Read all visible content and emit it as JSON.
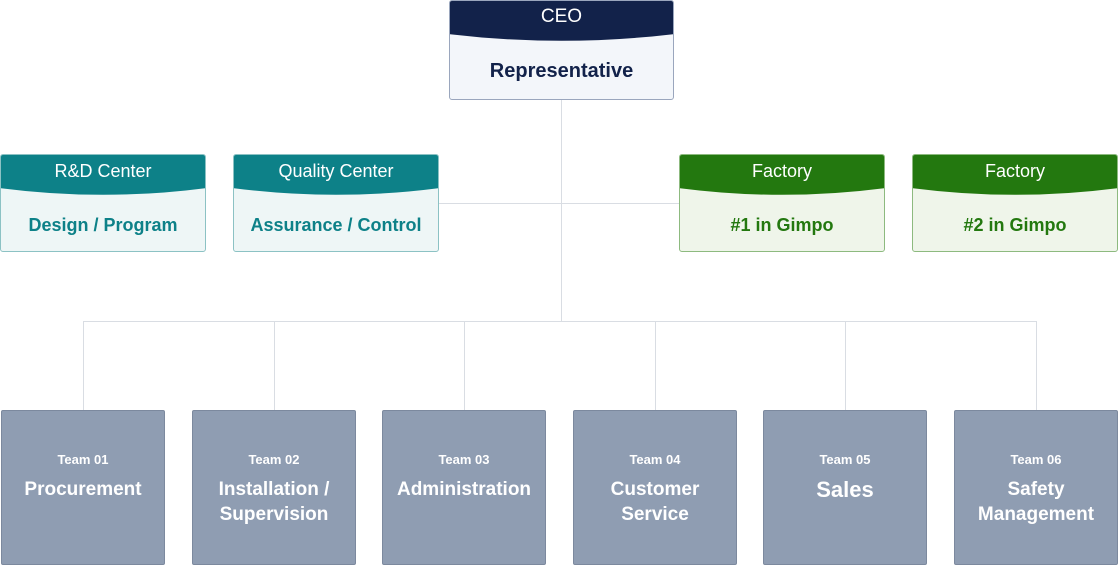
{
  "ceo": {
    "title": "CEO",
    "subtitle": "Representative"
  },
  "divisions": [
    {
      "title": "R&D Center",
      "subtitle": "Design / Program"
    },
    {
      "title": "Quality Center",
      "subtitle": "Assurance / Control"
    },
    {
      "title": "Factory",
      "subtitle": "#1 in Gimpo"
    },
    {
      "title": "Factory",
      "subtitle": "#2 in Gimpo"
    }
  ],
  "teams": [
    {
      "number": "Team 01",
      "name": "Procurement"
    },
    {
      "number": "Team 02",
      "name": "Installation / Supervision"
    },
    {
      "number": "Team 03",
      "name": "Administration"
    },
    {
      "number": "Team 04",
      "name": "Customer Service"
    },
    {
      "number": "Team 05",
      "name": "Sales"
    },
    {
      "number": "Team 06",
      "name": "Safety Management"
    }
  ],
  "colors": {
    "ceo_navy": "#12224a",
    "division_teal": "#0d8188",
    "factory_green": "#23780f",
    "team_slate": "#8f9db2",
    "connector": "#d9dde3"
  }
}
